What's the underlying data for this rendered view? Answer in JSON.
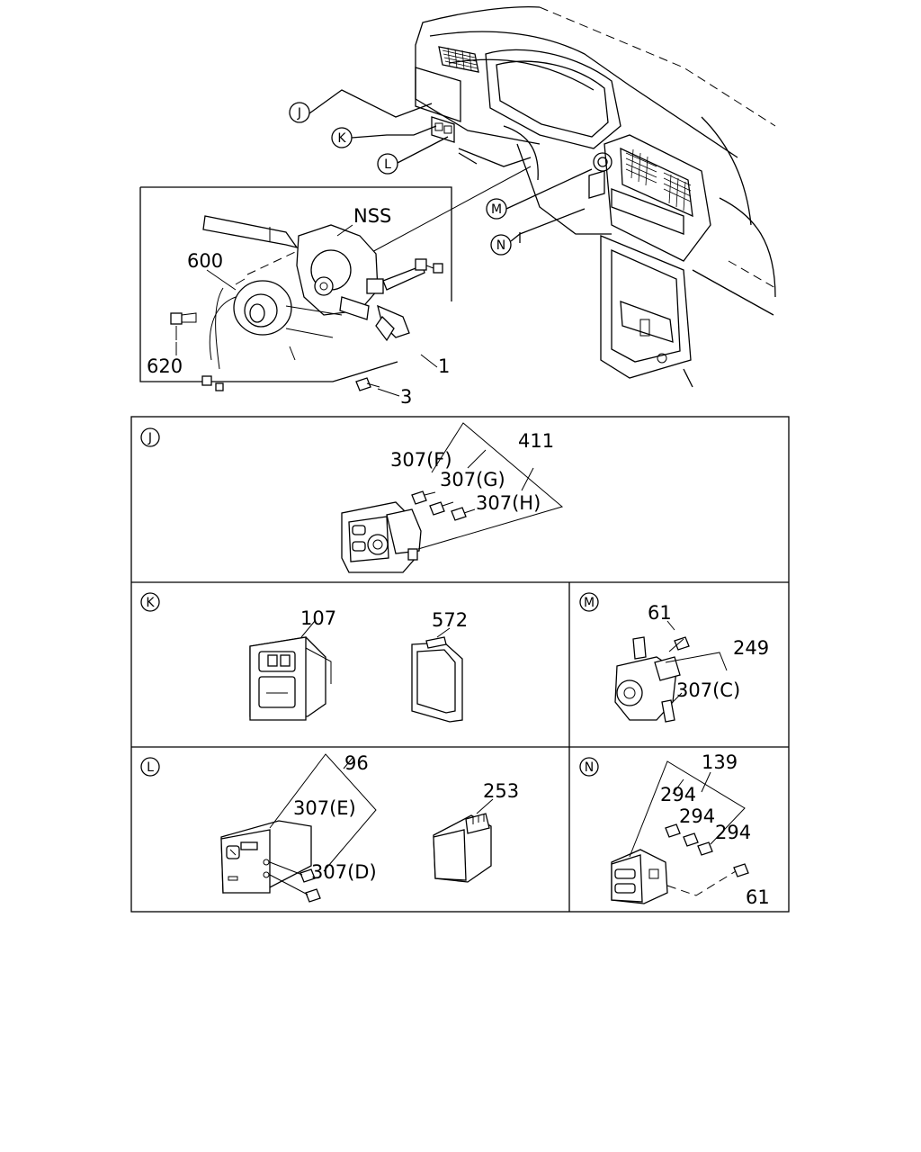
{
  "callouts": {
    "j": "J",
    "k": "K",
    "l": "L",
    "m": "M",
    "n": "N"
  },
  "overview": {
    "nss": "NSS",
    "p600": "600",
    "p620": "620",
    "p1": "1",
    "p3": "3"
  },
  "panel_j": {
    "tag": "J",
    "p411": "411",
    "p307f": "307(F)",
    "p307g": "307(G)",
    "p307h": "307(H)"
  },
  "panel_k": {
    "tag": "K",
    "p107": "107",
    "p572": "572"
  },
  "panel_m": {
    "tag": "M",
    "p61": "61",
    "p249": "249",
    "p307c": "307(C)"
  },
  "panel_l": {
    "tag": "L",
    "p96": "96",
    "p307e": "307(E)",
    "p307d": "307(D)",
    "p253": "253"
  },
  "panel_n": {
    "tag": "N",
    "p139": "139",
    "p294a": "294",
    "p294b": "294",
    "p294c": "294",
    "p61": "61"
  }
}
